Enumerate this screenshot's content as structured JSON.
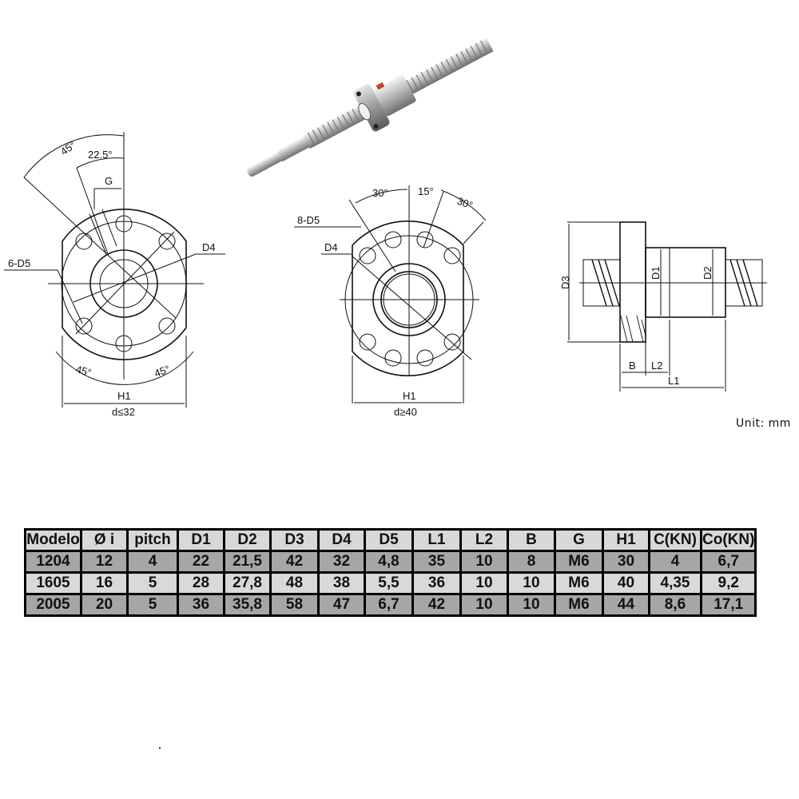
{
  "drawings": {
    "left_view": {
      "angles": [
        "45°",
        "22.5°",
        "45°",
        "45°"
      ],
      "labels": {
        "G": "G",
        "D4": "D4",
        "holes": "6-D5",
        "H1": "H1",
        "condition": "d≤32"
      }
    },
    "middle_view": {
      "angles": [
        "30°",
        "15°",
        "30°"
      ],
      "labels": {
        "holes": "8-D5",
        "D4": "D4",
        "H1": "H1",
        "condition": "d≥40"
      }
    },
    "side_view": {
      "labels": {
        "D3": "D3",
        "D1": "D1",
        "D2": "D2",
        "B": "B",
        "L2": "L2",
        "L1": "L1"
      }
    },
    "unit": "Unit: mm"
  },
  "table": {
    "headers": [
      "Modelo",
      "Ø i",
      "pitch",
      "D1",
      "D2",
      "D3",
      "D4",
      "D5",
      "L1",
      "L2",
      "B",
      "G",
      "H1",
      "C(KN)",
      "Co(KN)"
    ],
    "rows": [
      [
        "1204",
        "12",
        "4",
        "22",
        "21,5",
        "42",
        "32",
        "4,8",
        "35",
        "10",
        "8",
        "M6",
        "30",
        "4",
        "6,7"
      ],
      [
        "1605",
        "16",
        "5",
        "28",
        "27,8",
        "48",
        "38",
        "5,5",
        "36",
        "10",
        "10",
        "M6",
        "40",
        "4,35",
        "9,2"
      ],
      [
        "2005",
        "20",
        "5",
        "36",
        "35,8",
        "58",
        "47",
        "6,7",
        "42",
        "10",
        "10",
        "M6",
        "44",
        "8,6",
        "17,1"
      ]
    ]
  },
  "colors": {
    "header_bg": "#d8d8d8",
    "row_dark": "#a6a6a6",
    "row_light": "#d9d9d9",
    "border": "#000000"
  }
}
